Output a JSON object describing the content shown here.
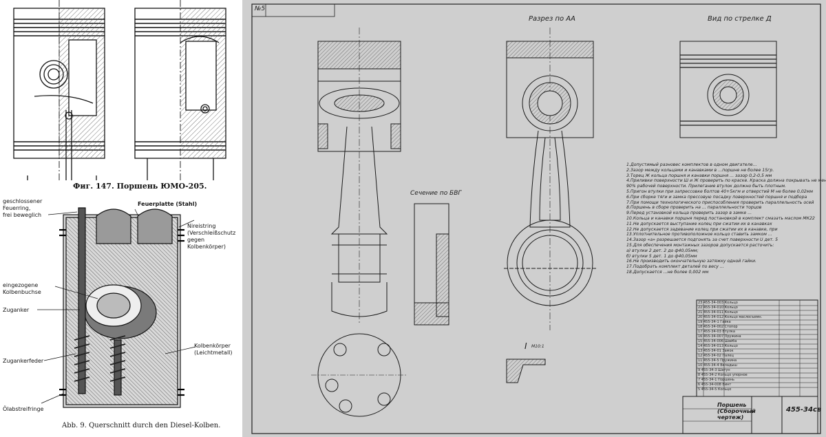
{
  "junkers": {
    "fig147_caption": "Фиг. 147. Поршень ЮМО-205.",
    "abb9_caption": "Abb. 9. Querschnitt durch den Diesel-Kolben.",
    "labels": {
      "feuerring": "geschlossener\nFeuerring,\nfrei beweglich",
      "feuerplatte": "Feuerplatte (Stahl)",
      "nireistring": "Nireistring\n(Verschleißschutz\ngegen\nKolbenkörper)",
      "kolbenbuchse": "eingezogene\nKolbenbuchse",
      "zuganker": "Zuganker",
      "zugankerfeder": "Zugankerfeder",
      "kolbenkoerper": "Kolbenkörper\n(Leichtmetall)",
      "oelabstreifringe": "Ölabstreifringe"
    }
  },
  "drawing": {
    "sheet_number": "№5",
    "section_aa": "Разрез по АА",
    "view_d": "Вид по стрелке Д",
    "section_bvg": "Сечение по БВГ",
    "detail_i": "I",
    "detail_scale": "M10:1",
    "title_block": {
      "name": "Поршень (Сборочный чертеж)",
      "number": "455-34св"
    },
    "notes": [
      "1.Допустимый разновес комплектов в одном двигателе...",
      "2.Зазор между кольцами и канавками в ...поршне не более 15гр.",
      "3.Торец Ж кольца поршня и канавки поршня ... зазор 0,2-0,5 мм",
      "4.Приливки поверхности Ш и Ж проверить по краске. Краска должна покрывать не менее",
      "90% рабочей поверхности. Прилегание втулок должно быть плотным.",
      "5.Пригон втулки при запрессовке болтов 40+5кгм и отверстий М не более 0,02мм",
      "6.При сборке тяги и замка пресcовую посадку поверхностей поршня и подбора",
      "7.При помощи технологического приспособления проверить параллельность осей",
      "8.Поршень в сборе проверить на ... параллельности торцов",
      "9.Перед установкой кольца проверить зазор в замке ...",
      "10.Кольца и канавки поршня перед постановкой в комплект смазать маслом МК22",
      "11.Не допускается выступание колец при сжатии их в канавках",
      "12.Не допускается задевание колец при сжатии их в канавке, при",
      "13.Уплотнительное противоположное кольцо ставить замком ...",
      "14.Зазор «а» разрешается подгонять за счет поверхности U дет. 5",
      "15.Для обеспечения монтажных зазоров допускается расточить:",
      "   а) втулки 2 дет. 2 до ф40,05мм;",
      "   б) втулки 5 дет. 1 до ф40,05мм",
      "16.Не производить окончательную затяжку одной гайки.",
      "17.Подобрать комплект деталей по весу ...",
      "18.Допускается ...не более 0,002 мм"
    ],
    "parts_rows": [
      "23 455-34-003 Кольцо",
      "22 455-34-010 Кольцо",
      "21 455-34-011 Кольцо",
      "20 455-34-012 Кольцо маслосъемн.",
      "19 455-34-1 Гайка",
      "18 455-34-002 Стопор",
      "17 455-34-03 Втулка",
      "16 455-34-007 Пружина",
      "15 455-34-006 Шайба",
      "14 455-34-013 Кольцо",
      "13 455-34-01 Замок",
      "12 455-34-02 Палец",
      "11 455-34-5 Пружина",
      "10 455-34-4 Вкладыш",
      "9 455-34-3 Шатун",
      "8 455-34-2 Кольцо упорное",
      "7 455-34-1 Поршень",
      "6 455-34-008 Винт",
      "5 455-34-5 Кольцо"
    ]
  }
}
